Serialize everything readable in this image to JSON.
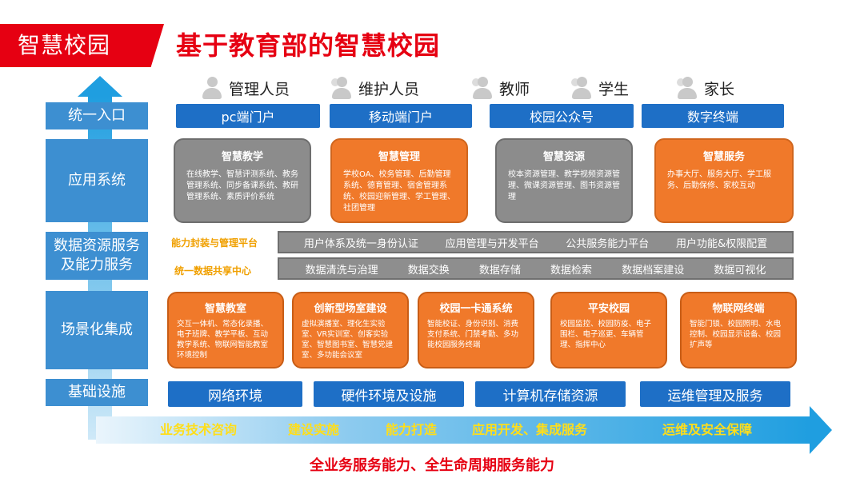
{
  "header": {
    "tag": "智慧校园",
    "title": "基于教育部的智慧校园"
  },
  "layers": {
    "entry": "统一入口",
    "apps": "应用系统",
    "data": "数据资源服务\n及能力服务",
    "scene": "场景化集成",
    "infra": "基础设施"
  },
  "personas": [
    "管理人员",
    "维护人员",
    "教师",
    "学生",
    "家长"
  ],
  "portals": [
    "pc端门户",
    "移动端门户",
    "校园公众号",
    "数字终端"
  ],
  "apps": [
    {
      "title": "智慧教学",
      "desc": "在线教学、智慧评测系统、教务管理系统、同步备课系统、教研管理系统、素质评价系统",
      "style": "gray"
    },
    {
      "title": "智慧管理",
      "desc": "学校OA、校务管理、后勤管理系统、德育管理、宿舍管理系统、校园迎新管理、学工管理、社团管理",
      "style": "orange"
    },
    {
      "title": "智慧资源",
      "desc": "校本资源管理、教学视频资源管理、微课资源管理、图书资源管理",
      "style": "gray"
    },
    {
      "title": "智慧服务",
      "desc": "办事大厅、服务大厅、学工服务、后勤保修、家校互动",
      "style": "orange"
    }
  ],
  "platform": {
    "row1_tag": "能力封装与管理平台",
    "row1_items": [
      "用户体系及统一身份认证",
      "应用管理与开发平台",
      "公共服务能力平台",
      "用户功能&权限配置"
    ],
    "row2_tag": "统一数据共享中心",
    "row2_items": [
      "数据清洗与治理",
      "数据交换",
      "数据存储",
      "数据检索",
      "数据档案建设",
      "数据可视化"
    ]
  },
  "scenes": [
    {
      "title": "智慧教室",
      "desc": "交互一体机、常态化录播、电子班牌、教学平板、互动教学系统、物联网智能教室环境控制"
    },
    {
      "title": "创新型场室建设",
      "desc": "虚拟演播室、理化生实验室、VR实训室、创客实验室、智慧图书室、智慧党建室、多功能会议室"
    },
    {
      "title": "校园一卡通系统",
      "desc": "智能校证、身份识别、消费支付系统、门禁考勤、多功能校园服务终端"
    },
    {
      "title": "平安校园",
      "desc": "校园监控、校园防疫、电子围栏、电子巡更、车辆管理、指挥中心"
    },
    {
      "title": "物联网终端",
      "desc": "智能门锁、校园照明、水电控制、校园显示设备、校园扩声等"
    }
  ],
  "infra": [
    "网络环境",
    "硬件环境及设施",
    "计算机存储资源",
    "运维管理及服务"
  ],
  "services": [
    "业务技术咨询",
    "建设实施",
    "能力打造",
    "应用开发、集成服务",
    "运维及安全保障"
  ],
  "footer": "全业务服务能力、全生命周期服务能力",
  "colors": {
    "brand_red": "#e60012",
    "blue": "#1e6fc6",
    "orange": "#f0792a",
    "gray": "#8c8c8c",
    "yellow": "#ffde1a"
  }
}
